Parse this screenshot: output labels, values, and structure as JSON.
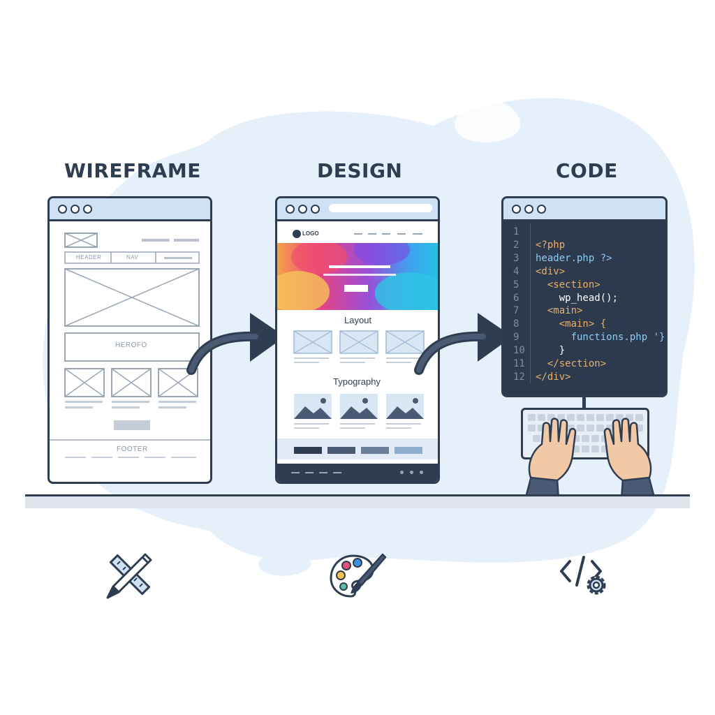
{
  "titles": {
    "wireframe": "WIREFRAME",
    "design": "DESIGN",
    "code": "CODE"
  },
  "wireframe": {
    "header": "HEADER",
    "nav": "NAV",
    "hero": "HEROFO",
    "footer": "FOOTER"
  },
  "design": {
    "logo": "LOGO",
    "layout": "Layout",
    "typography": "Typography"
  },
  "code": {
    "lines": [
      {
        "n": "1",
        "text": "",
        "color": "#e0a45a"
      },
      {
        "n": "2",
        "text": "<?php",
        "color": "#e8b06a"
      },
      {
        "n": "3",
        "text": "header.php ?>",
        "color": "#8ecbf2"
      },
      {
        "n": "4",
        "text": "<div>",
        "color": "#e8b06a"
      },
      {
        "n": "5",
        "text": "  <section>",
        "color": "#e8b06a"
      },
      {
        "n": "6",
        "text": "    wp_head();",
        "color": "#ffffff"
      },
      {
        "n": "7",
        "text": "  <main>",
        "color": "#e8b06a"
      },
      {
        "n": "8",
        "text": "    <main> {",
        "color": "#e8b06a"
      },
      {
        "n": "9",
        "text": "      functions.php '}",
        "color": "#8ecbf2"
      },
      {
        "n": "10",
        "text": "    }",
        "color": "#ffffff"
      },
      {
        "n": "11",
        "text": "  </section>",
        "color": "#e8b06a"
      },
      {
        "n": "12",
        "text": "</div>",
        "color": "#e8b06a"
      }
    ]
  },
  "colors": {
    "outline": "#2f3d52",
    "accent_light": "#cfe1f5",
    "blob": "#e6f0fa",
    "code_bg": "#2d3a4e"
  },
  "icons": [
    "pencil-ruler-icon",
    "palette-brush-icon",
    "code-gear-icon"
  ]
}
